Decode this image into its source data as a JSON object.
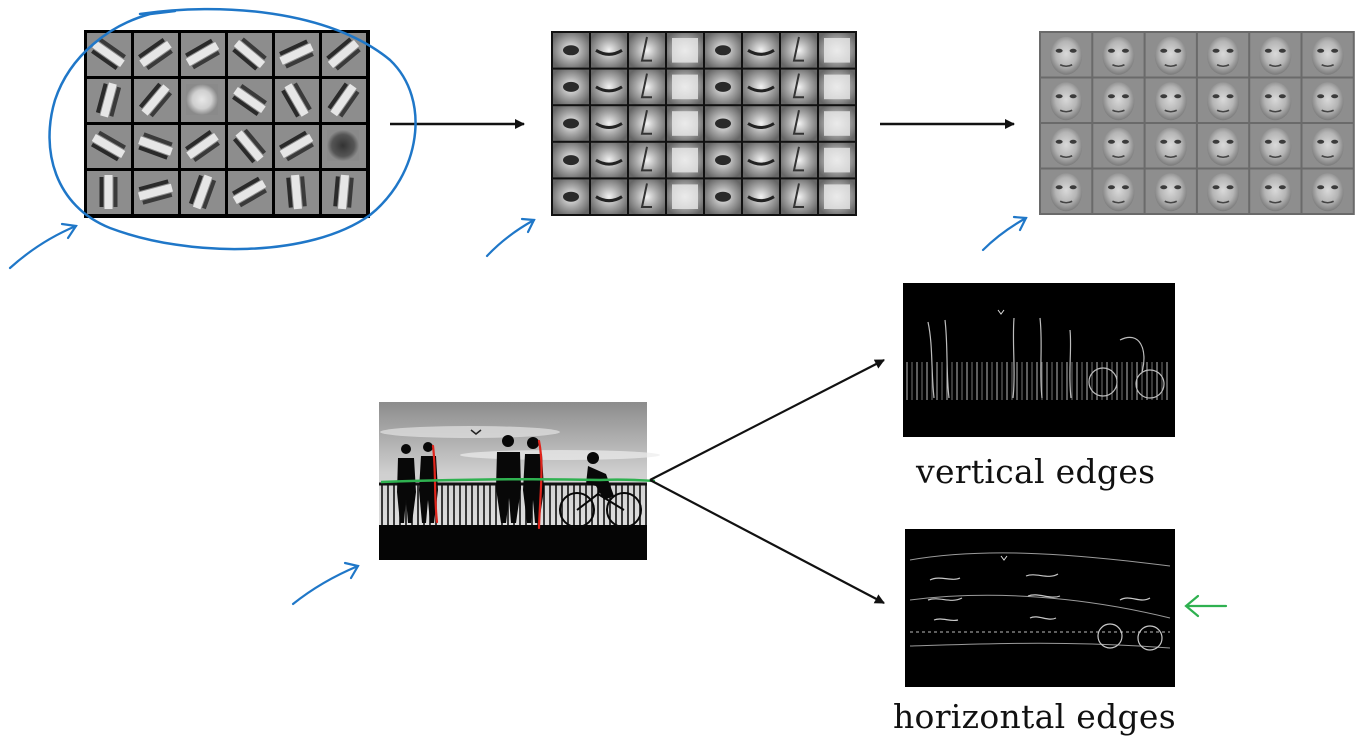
{
  "captions": {
    "vertical_edges": "vertical edges",
    "horizontal_edges": "horizontal edges"
  },
  "colors": {
    "background": "#ffffff",
    "ink": "#111111",
    "annotation_blue": "#1f77c8",
    "annotation_green": "#2fb150",
    "annotation_red": "#e0241b",
    "edge_map_background": "#000000"
  },
  "icons": [
    "arrow-right",
    "hand-drawn-arrow",
    "hand-drawn-circle",
    "left-arrow"
  ]
}
